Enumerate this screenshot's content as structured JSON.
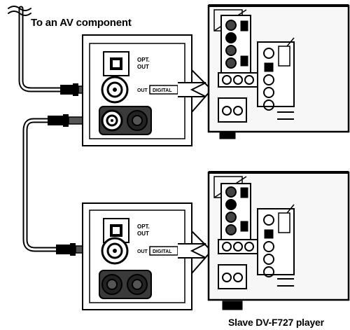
{
  "labels": {
    "top_caption": "To an AV component",
    "bottom_caption": "Slave DV-F727 player"
  },
  "panel_upper": {
    "opt_out": [
      "OPT.",
      "OUT"
    ],
    "out": "OUT",
    "digital": "DIGITAL"
  },
  "panel_lower": {
    "opt_out": [
      "OPT.",
      "OUT"
    ],
    "out": "OUT",
    "digital": "DIGITAL"
  },
  "colors": {
    "ink": "#000000",
    "paper": "#ffffff",
    "panel": "#efefef",
    "dark_fill": "#3a3a3a"
  }
}
